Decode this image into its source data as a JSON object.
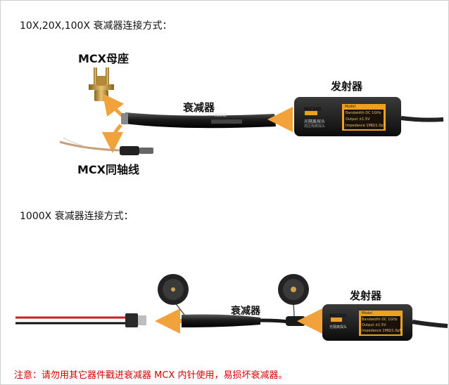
{
  "sections": [
    {
      "title": "10X,20X,100X 衰减器连接方式："
    },
    {
      "title": "1000X 衰减器连接方式："
    }
  ],
  "top_diagram": {
    "mcx_socket_label": "MCX母座",
    "attenuator_label": "衰减器",
    "transmitter_label": "发射器",
    "coax_label": "MCX同轴线",
    "attenuator_marking": "RHA0",
    "device": {
      "brand": "MICSIG",
      "model_cn": "光隔离探头",
      "sub_cn": "高压隔离探头",
      "screen_title": "Model",
      "rows": [
        {
          "k": "Bandwidth",
          "v": "DC 1GHz"
        },
        {
          "k": "Output",
          "v": "±1.5V"
        },
        {
          "k": "Impedance",
          "v": "1MΩ/1.0pF"
        }
      ]
    }
  },
  "bottom_diagram": {
    "attenuator_label": "衰减器",
    "transmitter_label": "发射器",
    "device": {
      "brand": "MICSIG",
      "model_cn": "光隔离探头",
      "screen_title": "Model",
      "rows": [
        {
          "k": "Bandwidth",
          "v": "DC 1GHz"
        },
        {
          "k": "Output",
          "v": "±1.5V"
        },
        {
          "k": "Impedance",
          "v": "1MΩ/1.0pF"
        }
      ]
    }
  },
  "note": "注意：请勿用其它器件戳进衰减器 MCX 内针使用，易损坏衰减器。",
  "colors": {
    "arrow": "#f2a23a",
    "note": "#d40000",
    "screen": "#f0a020",
    "brass": "#c99a3e"
  }
}
